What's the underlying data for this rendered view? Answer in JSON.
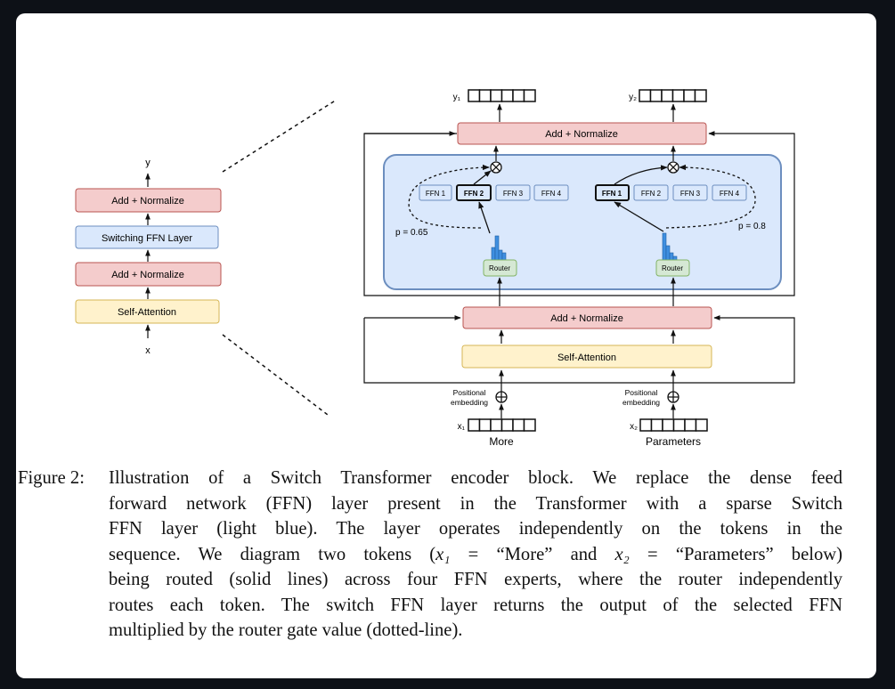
{
  "left_block": {
    "output_label": "y",
    "input_label": "x",
    "add_norm_top": "Add + Normalize",
    "switching_ffn": "Switching FFN Layer",
    "add_norm_bottom": "Add + Normalize",
    "self_attention": "Self-Attention"
  },
  "right_block": {
    "y1_label": "y₁",
    "y2_label": "y₂",
    "x1_label": "x₁",
    "x2_label": "x₂",
    "add_norm_top": "Add + Normalize",
    "add_norm_bottom": "Add + Normalize",
    "self_attention": "Self-Attention",
    "router_label": "Router",
    "p_left": "p = 0.65",
    "p_right": "p = 0.8",
    "experts": [
      "FFN 1",
      "FFN 2",
      "FFN 3",
      "FFN 4"
    ],
    "token1": "More",
    "token2": "Parameters",
    "pos_embedding": "Positional embedding",
    "pos_line1": "Positional",
    "pos_line2": "embedding"
  },
  "colors": {
    "add_norm_fill": "#f4cccc",
    "add_norm_stroke": "#b85450",
    "ffn_layer_fill": "#dae8fc",
    "ffn_layer_stroke": "#6c8ebf",
    "self_attention_fill": "#fff2cc",
    "self_attention_stroke": "#d6b656",
    "router_fill": "#d5e8d4",
    "router_stroke": "#82b366",
    "histogram": "#3f8fe0"
  },
  "caption": {
    "label": "Figure 2:",
    "lines": [
      "Illustration of a Switch Transformer encoder block.  We replace the dense feed",
      "forward network (FFN) layer present in the Transformer with a sparse Switch",
      "FFN layer (light blue).  The layer operates independently on the tokens in the",
      "sequence. We diagram two tokens (",
      " = “More” and ",
      " = “Parameters” below)",
      "being routed (solid lines) across four FFN experts, where the router independently",
      "routes each token.  The switch FFN layer returns the output of the selected FFN",
      "multiplied by the router gate value (dotted-line)."
    ],
    "math_x1": "x₁",
    "math_x2": "x₂"
  }
}
